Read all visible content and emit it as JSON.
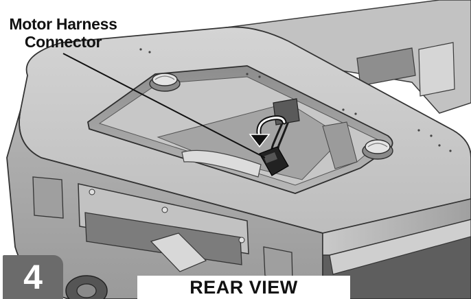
{
  "callout": {
    "line1": "Motor Harness",
    "line2": "Connector"
  },
  "step": {
    "number": "4"
  },
  "view": {
    "label": "REAR VIEW"
  },
  "icons": {
    "rotation_arrow": "curved-arrow-icon",
    "connector": "plug-connector-icon"
  },
  "colors": {
    "badge": "#6b6b6b",
    "frame_light": "#cfcfcf",
    "frame_mid": "#a9a9a9",
    "frame_dark": "#6f6f6f",
    "ink": "#111111"
  }
}
